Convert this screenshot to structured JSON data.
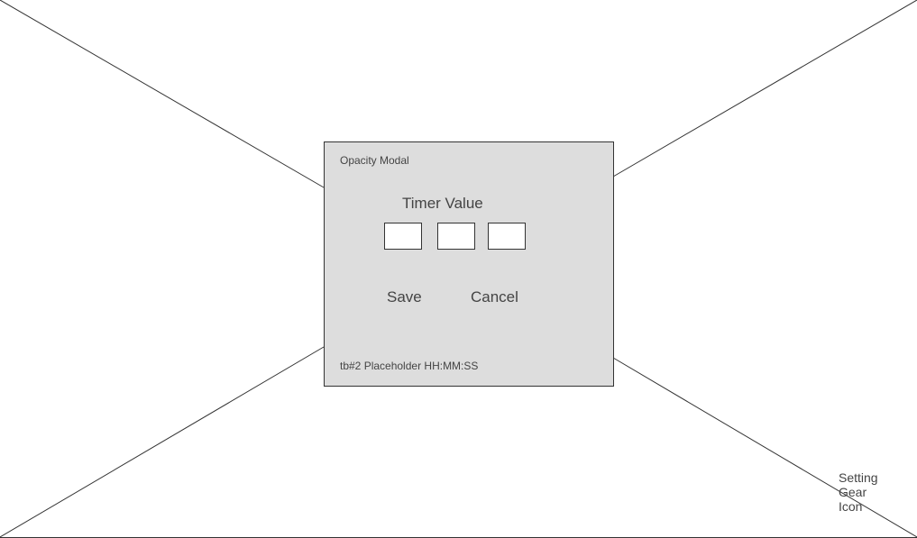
{
  "modal": {
    "title": "Opacity Modal",
    "timer_label": "Timer Value",
    "fields": [
      {
        "value": "",
        "placeholder": ""
      },
      {
        "value": "",
        "placeholder": ""
      },
      {
        "value": "",
        "placeholder": ""
      }
    ],
    "save_label": "Save",
    "cancel_label": "Cancel",
    "placeholder_note": "tb#2 Placeholder HH:MM:SS",
    "background_color": "#dddddd"
  },
  "settings": {
    "gear_label": "Setting\nGear\nIcon"
  }
}
